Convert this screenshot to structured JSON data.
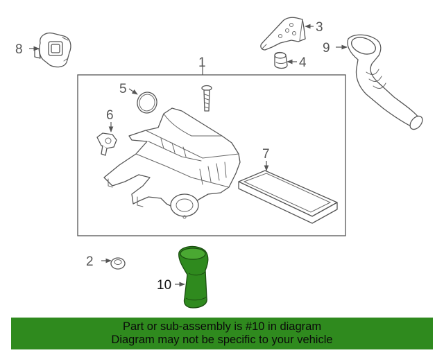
{
  "diagram": {
    "callouts": {
      "c1": "1",
      "c2": "2",
      "c3": "3",
      "c4": "4",
      "c5": "5",
      "c6": "6",
      "c7": "7",
      "c8": "8",
      "c9": "9",
      "c10": "10"
    },
    "highlighted_part": "10",
    "colors": {
      "highlight": "#2f8a1e",
      "line": "#555555",
      "background": "#ffffff"
    }
  },
  "footer": {
    "line1": "Part or sub-assembly is #10 in diagram",
    "line2": "Diagram may not be specific to your vehicle"
  }
}
